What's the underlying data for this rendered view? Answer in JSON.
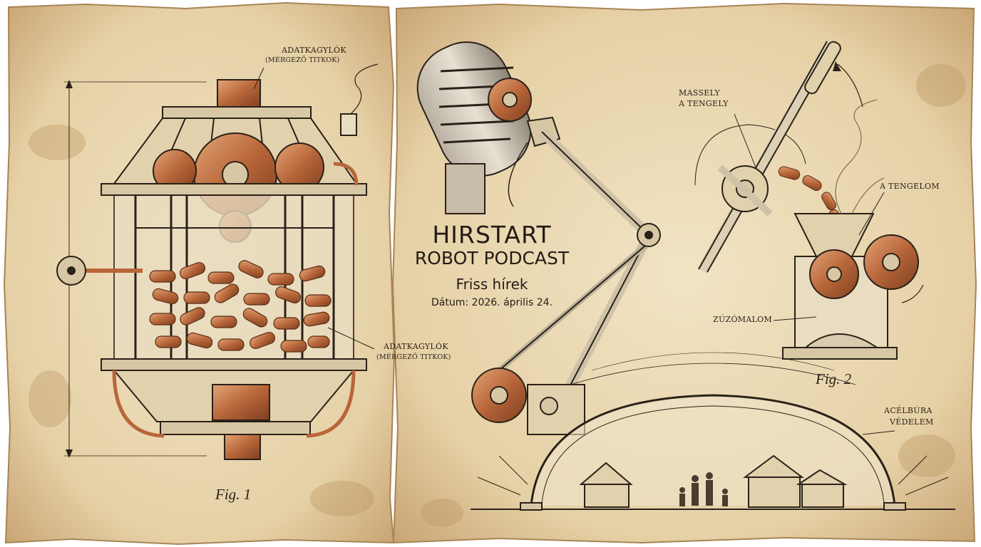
{
  "title": {
    "line1": "HIRSTART",
    "line2": "ROBOT PODCAST",
    "line3": "Friss hírek",
    "date": "Dátum: 2026. április 24."
  },
  "labels": {
    "fig1_top_line1": "ADATKAGYLÓK",
    "fig1_top_line2": "(MÉRGEZŐ TITKOK)",
    "fig1_side_line1": "ADATKAGYLÓK",
    "fig1_side_line2": "(MÉRGEZŐ TITKOK)",
    "fig2_lever_line1": "MASSELY",
    "fig2_lever_line2": "A TENGELY",
    "fig2_hopper": "A TENGELOM",
    "fig2_mill": "ZÚZÓMALOM",
    "dome_line1": "ACÉLBÚRA",
    "dome_line2": "VÉDELEM",
    "fig1": "Fig. 1",
    "fig2": "Fig. 2"
  },
  "colors": {
    "paper": "#ecdcb9",
    "paper_dark": "#c9a574",
    "ink": "#2a2118",
    "copper": "#b8663a",
    "copper_light": "#d9935e"
  }
}
